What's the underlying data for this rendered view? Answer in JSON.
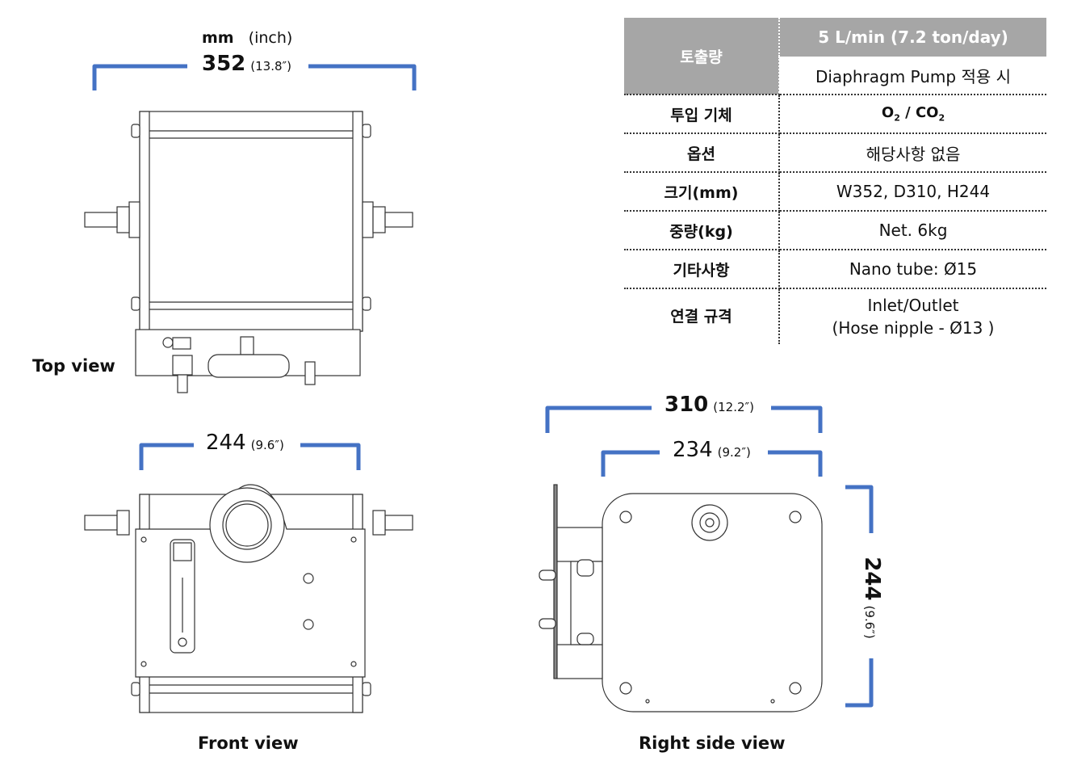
{
  "units_header": {
    "primary": "mm",
    "secondary": "(inch)"
  },
  "dimensions": {
    "top_width": {
      "value": "352",
      "inch": "(13.8″)"
    },
    "front_width": {
      "value": "244",
      "inch": "(9.6″)"
    },
    "side_depth_total": {
      "value": "310",
      "inch": "(12.2″)"
    },
    "side_depth_body": {
      "value": "234",
      "inch": "(9.2″)"
    },
    "side_height": {
      "value": "244",
      "inch": "(9.6″)"
    }
  },
  "view_labels": {
    "top": "Top view",
    "front": "Front view",
    "side": "Right side view"
  },
  "colors": {
    "bracket": "#4472c4",
    "header_bg": "#a6a6a6",
    "line": "#333333"
  },
  "spec_table": {
    "flow": {
      "key": "토출량",
      "value": "5 L/min (7.2 ton/day)",
      "note": "Diaphragm Pump 적용 시"
    },
    "rows": [
      {
        "key": "투입 기체",
        "value_parts": [
          "O",
          "2",
          " / CO",
          "2"
        ]
      },
      {
        "key": "옵션",
        "value": "해당사항 없음"
      },
      {
        "key": "크기(mm)",
        "value": "W352, D310, H244"
      },
      {
        "key": "중량(kg)",
        "value": "Net. 6kg"
      },
      {
        "key": "기타사항",
        "value": "Nano tube: Ø15"
      },
      {
        "key": "연결 규격",
        "value_line1": "Inlet/Outlet",
        "value_line2": "(Hose nipple - Ø13 )"
      }
    ]
  }
}
